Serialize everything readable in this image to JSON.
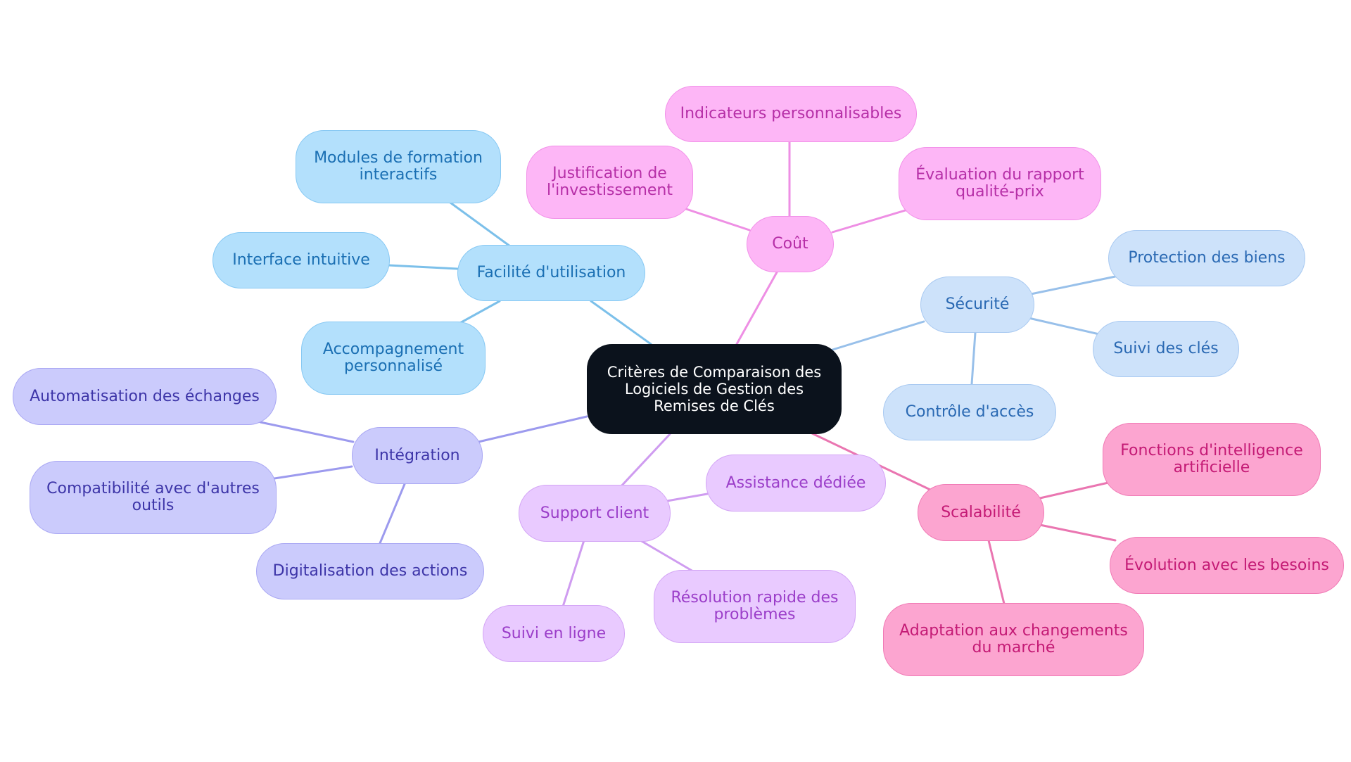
{
  "root": {
    "lines": [
      "Critères de Comparaison des",
      "Logiciels de Gestion des",
      "Remises de Clés"
    ]
  },
  "branches": {
    "ease": {
      "label": "Facilité d'utilisation",
      "color": "#7cc0ea",
      "children": [
        {
          "lines": [
            "Modules de formation",
            "interactifs"
          ]
        },
        {
          "lines": [
            "Interface intuitive"
          ]
        },
        {
          "lines": [
            "Accompagnement",
            "personnalisé"
          ]
        }
      ]
    },
    "cost": {
      "label": "Coût",
      "color": "#ee8fe4",
      "children": [
        {
          "lines": [
            "Indicateurs personnalisables"
          ]
        },
        {
          "lines": [
            "Justification de",
            "l'investissement"
          ]
        },
        {
          "lines": [
            "Évaluation du rapport",
            "qualité-prix"
          ]
        }
      ]
    },
    "security": {
      "label": "Sécurité",
      "color": "#98c0ea",
      "children": [
        {
          "lines": [
            "Protection des biens"
          ]
        },
        {
          "lines": [
            "Suivi des clés"
          ]
        },
        {
          "lines": [
            "Contrôle d'accès"
          ]
        }
      ]
    },
    "integration": {
      "label": "Intégration",
      "color": "#9c9aee",
      "children": [
        {
          "lines": [
            "Automatisation des échanges"
          ]
        },
        {
          "lines": [
            "Compatibilité avec d'autres",
            "outils"
          ]
        },
        {
          "lines": [
            "Digitalisation des actions"
          ]
        }
      ]
    },
    "support": {
      "label": "Support client",
      "color": "#cf9cf0",
      "children": [
        {
          "lines": [
            "Assistance dédiée"
          ]
        },
        {
          "lines": [
            "Suivi en ligne"
          ]
        },
        {
          "lines": [
            "Résolution rapide des",
            "problèmes"
          ]
        }
      ]
    },
    "scalability": {
      "label": "Scalabilité",
      "color": "#ea76b1",
      "children": [
        {
          "lines": [
            "Fonctions d'intelligence",
            "artificielle"
          ]
        },
        {
          "lines": [
            "Évolution avec les besoins"
          ]
        },
        {
          "lines": [
            "Adaptation aux changements",
            "du marché"
          ]
        }
      ]
    }
  }
}
